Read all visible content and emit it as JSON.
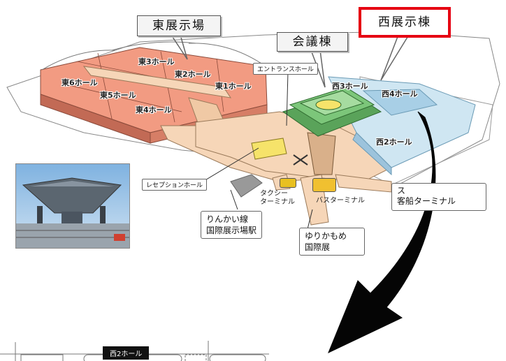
{
  "callouts": {
    "east_hall": "東展示場",
    "conference": "会議棟",
    "west_hall": "西展示棟"
  },
  "labels": {
    "entrance_hall": "エントランスホール",
    "reception_hall": "レセプションホール"
  },
  "halls": {
    "east1": "東1ホール",
    "east2": "東2ホール",
    "east3": "東3ホール",
    "east4": "東4ホール",
    "east5": "東5ホール",
    "east6": "東6ホール",
    "west2": "西2ホール",
    "west3": "西3ホール",
    "west4": "西4ホール"
  },
  "terminals": {
    "taxi": "タクシー\nターミナル",
    "bus": "バスターミナル",
    "ferry_partial": "ス\n客船ターミナル"
  },
  "stations": {
    "rinkai": "りんかい線\n国際展示場駅",
    "yurikamome": "ゆりかもめ\n国際展"
  },
  "bottom": {
    "tag": "西2ホール"
  },
  "colors": {
    "highlight": "#e60012",
    "east_roof": "#f29b82",
    "west_roof": "#cfe6f2",
    "walkway": "#f6d6b8",
    "conference_green": "#7cc67a"
  }
}
